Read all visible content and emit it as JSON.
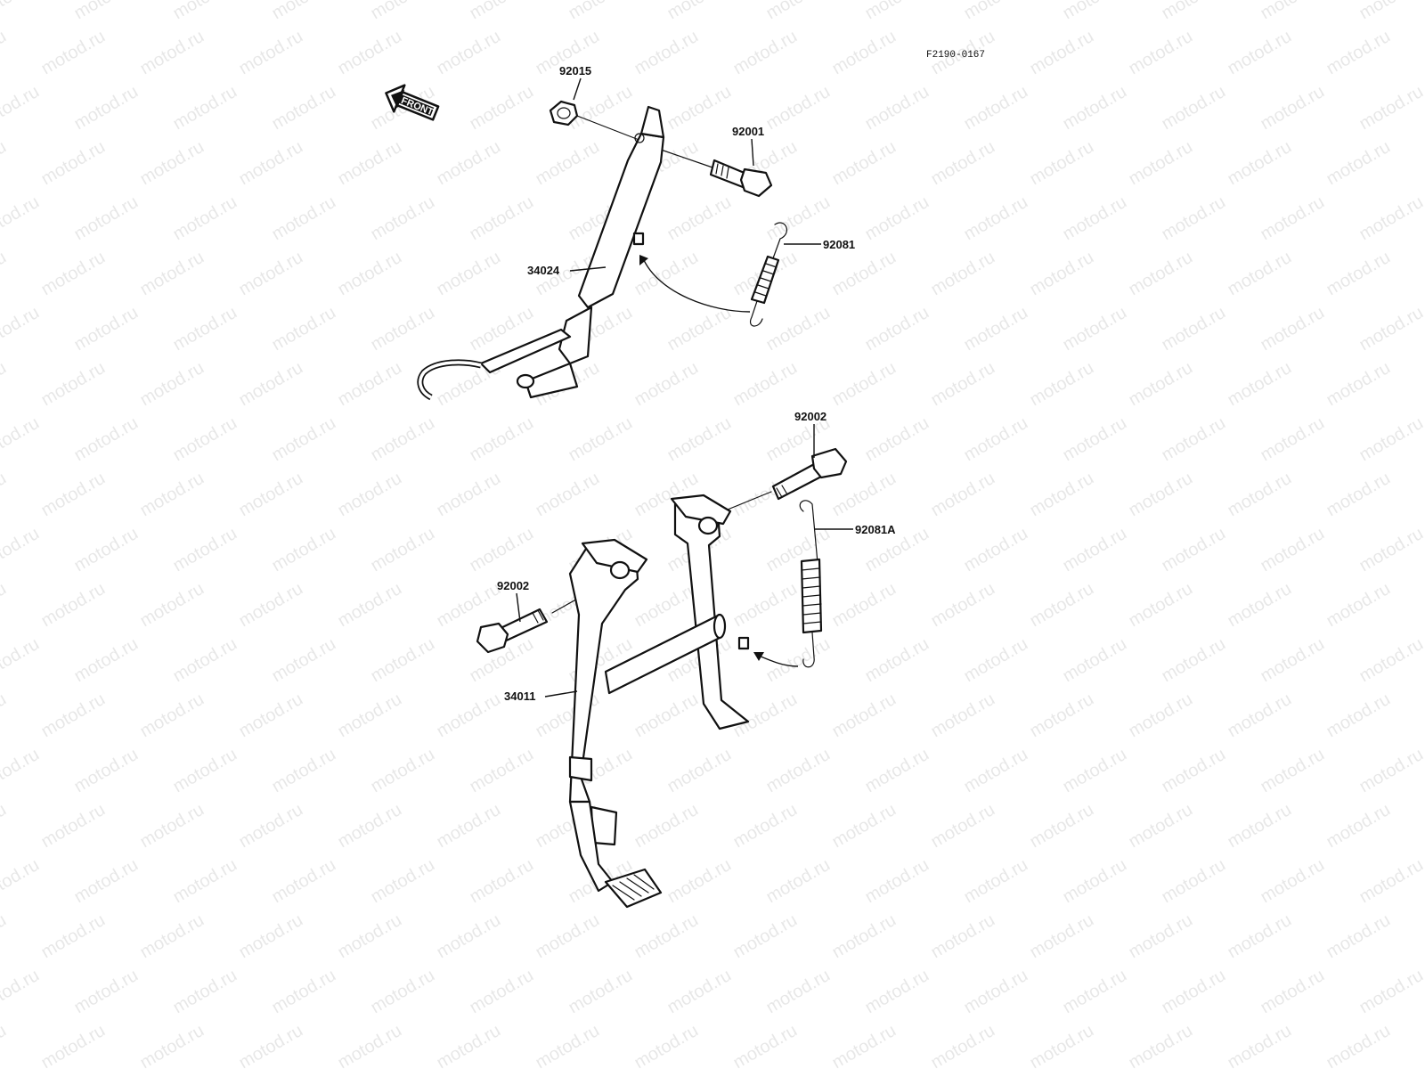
{
  "diagram_code": "F2190-0167",
  "watermark": "motod.ru",
  "front_label": "FRONT",
  "callouts": {
    "nut_side": "92015",
    "bolt_side": "92001",
    "spring_side": "92081",
    "side_stand": "34024",
    "bolt_right": "92002",
    "spring_center": "92081A",
    "bolt_left": "92002",
    "center_stand": "34011"
  },
  "colors": {
    "ink": "#111111",
    "background": "#ffffff"
  }
}
